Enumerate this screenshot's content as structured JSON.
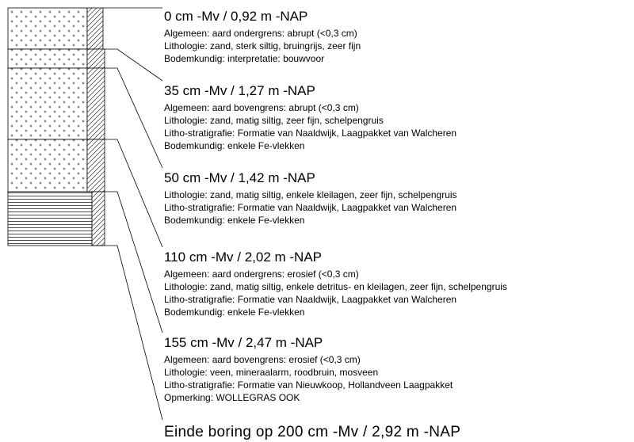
{
  "layers": [
    {
      "header": "0 cm -Mv / 0,92 m -NAP",
      "lines": [
        "Algemeen: aard ondergrens: abrupt (<0,3 cm)",
        "Lithologie: zand, sterk siltig, bruingrijs, zeer fijn",
        "Bodemkundig: interpretatie: bouwvoor"
      ],
      "lithology": "sand"
    },
    {
      "header": "35 cm -Mv / 1,27 m -NAP",
      "lines": [
        "Algemeen: aard bovengrens: abrupt (<0,3 cm)",
        "Lithologie: zand, matig siltig, zeer fijn, schelpengruis",
        "Litho-stratigrafie: Formatie van Naaldwijk, Laagpakket van Walcheren",
        "Bodemkundig: enkele Fe-vlekken"
      ],
      "lithology": "sand"
    },
    {
      "header": "50 cm -Mv / 1,42 m -NAP",
      "lines": [
        "Lithologie: zand, matig siltig, enkele kleilagen, zeer fijn, schelpengruis",
        "Litho-stratigrafie: Formatie van Naaldwijk, Laagpakket van Walcheren",
        "Bodemkundig: enkele Fe-vlekken"
      ],
      "lithology": "sand"
    },
    {
      "header": "110 cm -Mv / 2,02 m -NAP",
      "lines": [
        "Algemeen: aard ondergrens: erosief (<0,3 cm)",
        "Lithologie: zand, matig siltig, enkele detritus- en kleilagen, zeer fijn, schelpengruis",
        "Litho-stratigrafie: Formatie van Naaldwijk, Laagpakket van Walcheren",
        "Bodemkundig: enkele Fe-vlekken"
      ],
      "lithology": "sand"
    },
    {
      "header": "155 cm -Mv / 2,47 m -NAP",
      "lines": [
        "Algemeen: aard bovengrens: erosief (<0,3 cm)",
        "Lithologie: veen, mineraalarm, roodbruin, mosveen",
        "Litho-stratigrafie: Formatie van Nieuwkoop, Hollandveen Laagpakket",
        "Opmerking: WOLLEGRAS OOK"
      ],
      "lithology": "peat"
    }
  ],
  "end_text": "Einde boring op 200 cm -Mv / 2,92 m -NAP"
}
